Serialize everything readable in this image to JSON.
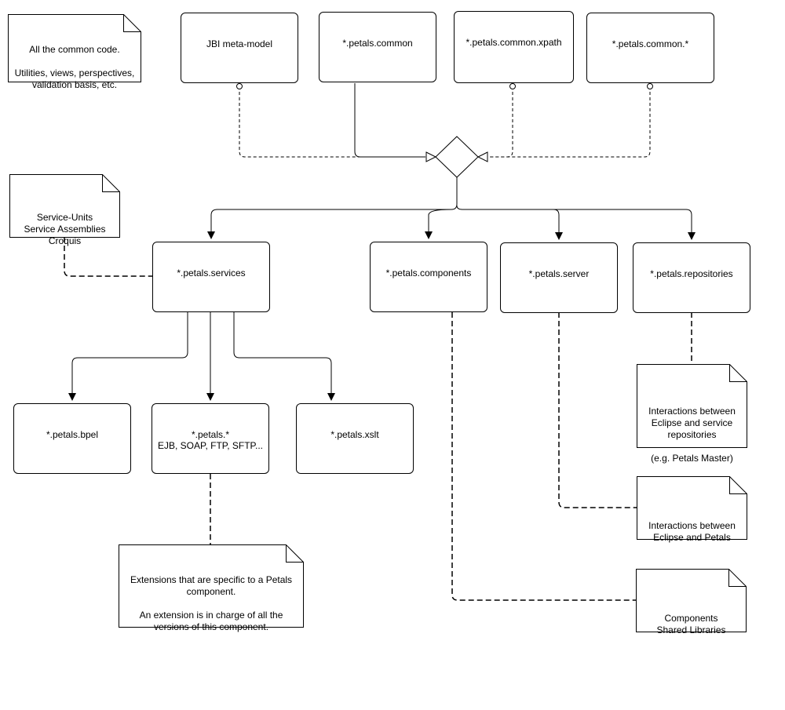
{
  "modules": {
    "jbi_meta_model": "JBI meta-model",
    "petals_common": "*.petals.common",
    "petals_common_xpath": "*.petals.common.xpath",
    "petals_common_star": "*.petals.common.*",
    "petals_services": "*.petals.services",
    "petals_components": "*.petals.components",
    "petals_server": "*.petals.server",
    "petals_repositories": "*.petals.repositories",
    "petals_bpel": "*.petals.bpel",
    "petals_ext": "*.petals.*\nEJB, SOAP, FTP, SFTP...",
    "petals_xslt": "*.petals.xslt"
  },
  "notes": {
    "common_code": "All the common code.\n\nUtilities, views, perspectives, validation basis, etc.",
    "service_units": "Service-Units\nService Assemblies\nCroquis",
    "extensions": "Extensions that are specific to a Petals component.\n\nAn extension is in charge of all the versions of this component.",
    "repositories": "Interactions between Eclipse and service repositories\n\n(e.g. Petals Master)",
    "eclipse_petals": "Interactions between Eclipse and Petals",
    "shared_libraries": "Components\nShared Libraries"
  }
}
